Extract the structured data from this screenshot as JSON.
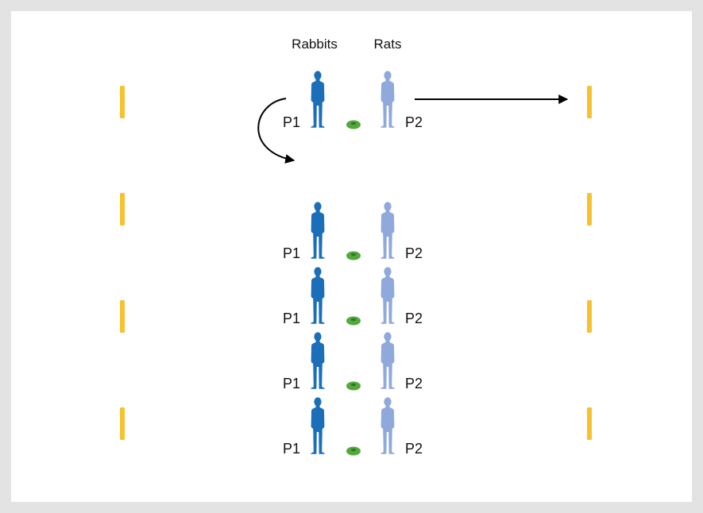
{
  "headers": {
    "left": "Rabbits",
    "right": "Rats"
  },
  "player_labels": {
    "left": "P1",
    "right": "P2"
  },
  "pair_count": 5,
  "cone_count": 8,
  "colors": {
    "background": "#e3e3e3",
    "panel": "#ffffff",
    "rabbits": "#1b6fb8",
    "rats": "#8fa9dc",
    "cone": "#54a83c",
    "cone_dark": "#2f7a25",
    "boundary": "#f7c22e",
    "arrow": "#000000"
  },
  "icons": {
    "player": "person-silhouette-icon",
    "ball": "disc-cone-icon",
    "boundary": "boundary-cone-icon",
    "arrow": "arrow-icon"
  }
}
